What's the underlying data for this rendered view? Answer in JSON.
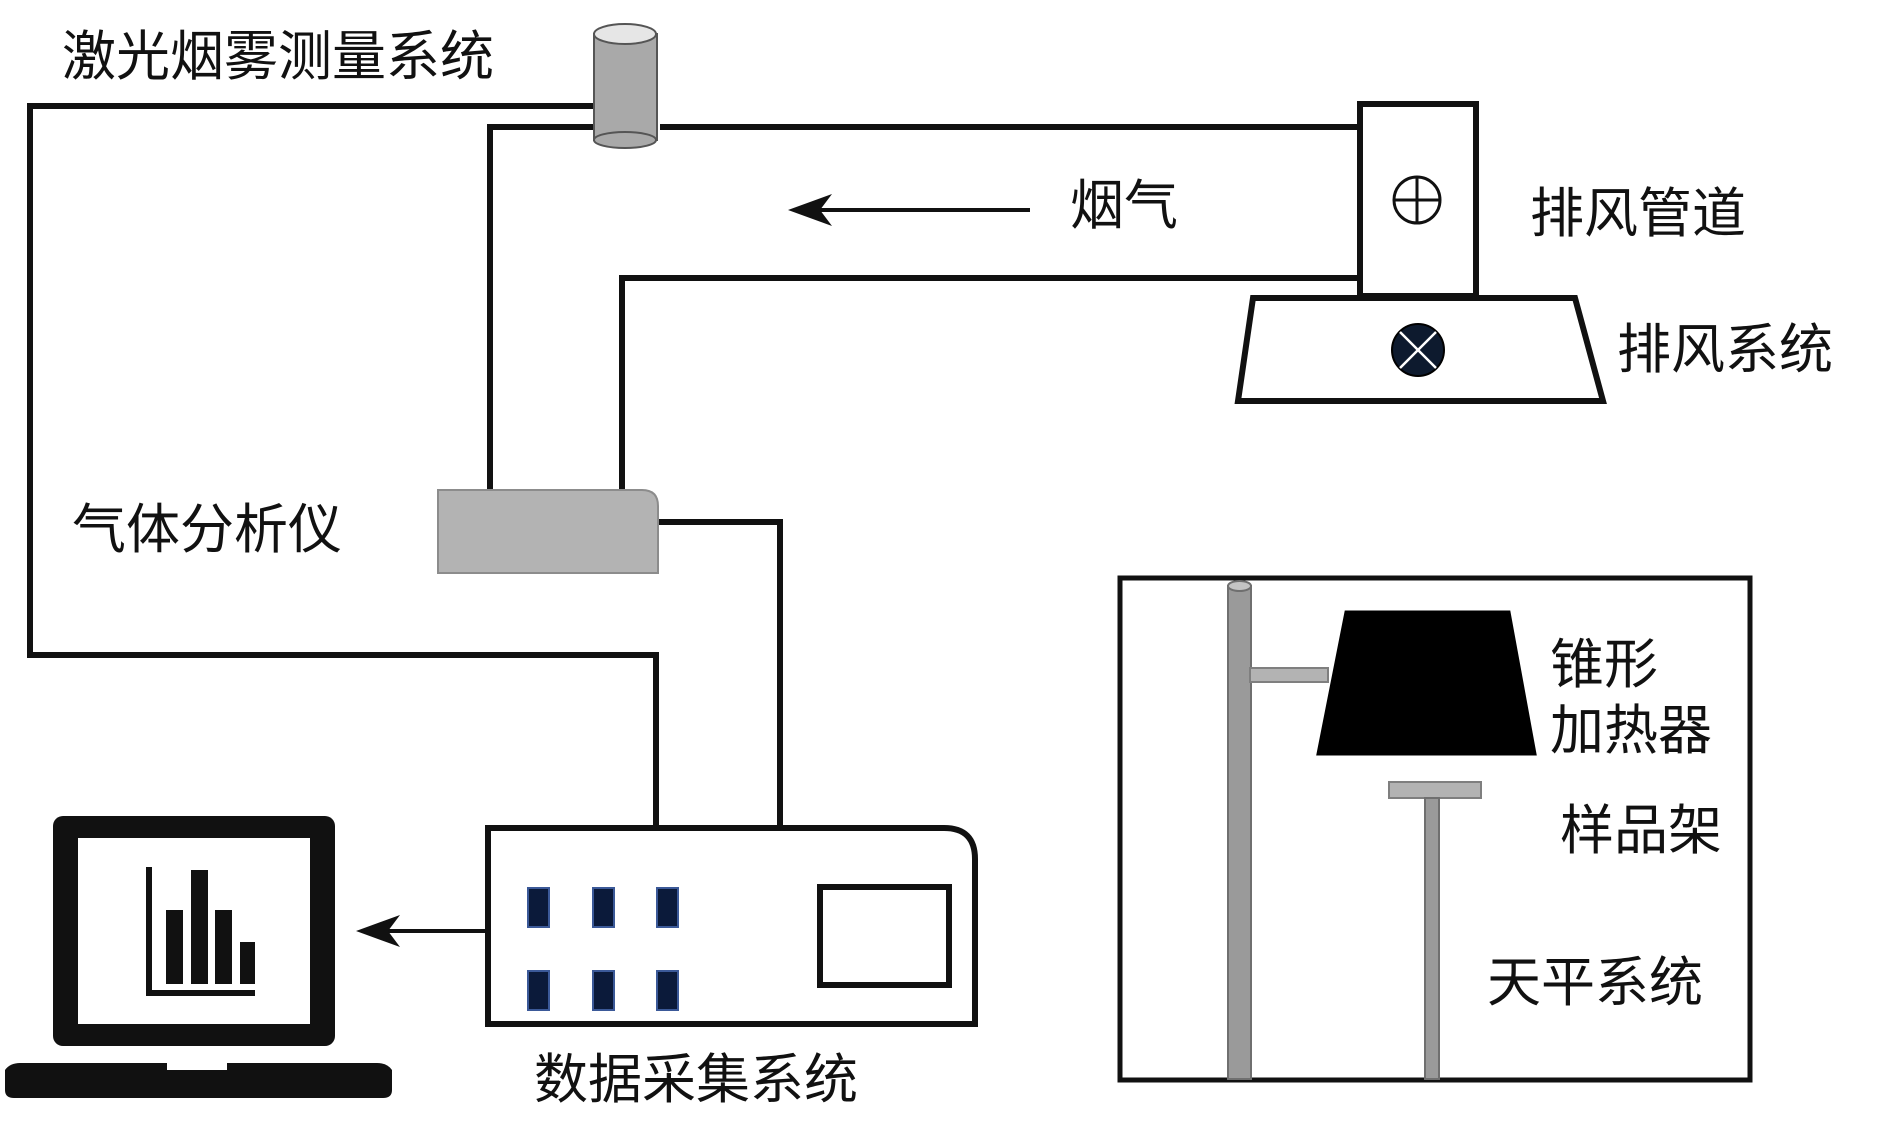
{
  "labels": {
    "laser_smoke": "激光烟雾测量系统",
    "smoke": "烟气",
    "exhaust_duct": "排风管道",
    "exhaust_system": "排风系统",
    "gas_analyzer": "气体分析仪",
    "cone_heater_line1": "锥形",
    "cone_heater_line2": "加热器",
    "sample_holder": "样品架",
    "balance_system": "天平系统",
    "daq_system": "数据采集系统"
  },
  "colors": {
    "line": "#111111",
    "gray_box": "#b3b3b3",
    "cylinder": "#a9a9a9",
    "rod": "#9a9a9a",
    "heater": "#000000",
    "daq_button": "#0b1a3a",
    "fan": "#0d1a2e"
  },
  "icons": {
    "duct_fan": "circle-plus-icon",
    "exhaust_fan": "circle-x-icon",
    "laptop": "laptop-bar-chart-icon"
  }
}
